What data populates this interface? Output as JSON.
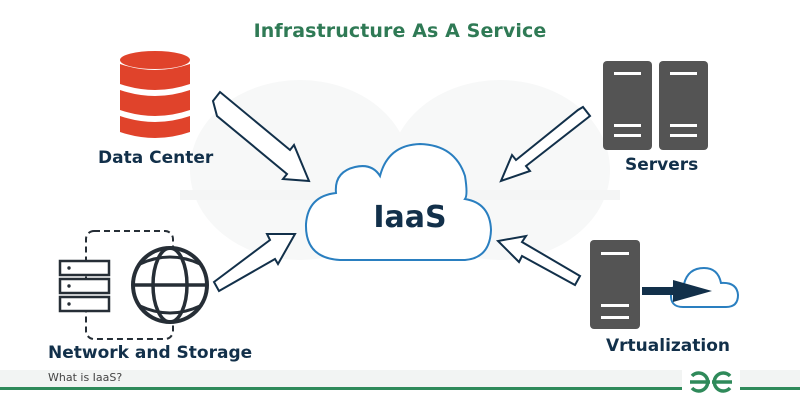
{
  "title": "Infrastructure As A Service",
  "center": {
    "label": "IaaS",
    "icon": "cloud-icon"
  },
  "components": [
    {
      "id": "data-center",
      "label": "Data Center",
      "icon": "database-icon",
      "color": "#e0432b",
      "position": "top-left"
    },
    {
      "id": "servers",
      "label": "Servers",
      "icon": "server-rack-icon",
      "color": "#545454",
      "position": "top-right"
    },
    {
      "id": "network-storage",
      "label": "Network and Storage",
      "icon": "globe-storage-icon",
      "color": "#262e36",
      "position": "bottom-left"
    },
    {
      "id": "virtualization",
      "label": "Vrtualization",
      "icon": "server-to-cloud-icon",
      "color": "#545454",
      "position": "bottom-right"
    }
  ],
  "connections": [
    {
      "from": "data-center",
      "to": "iaas"
    },
    {
      "from": "servers",
      "to": "iaas"
    },
    {
      "from": "network-storage",
      "to": "iaas"
    },
    {
      "from": "virtualization",
      "to": "iaas"
    }
  ],
  "footer": {
    "caption": "What is IaaS?",
    "logo": "gfg-logo-icon",
    "accent": "#2f8a5a"
  },
  "colors": {
    "title": "#2f7a55",
    "text": "#12304a",
    "cloud_stroke": "#2a7fc0",
    "arrow_stroke": "#12304a"
  }
}
